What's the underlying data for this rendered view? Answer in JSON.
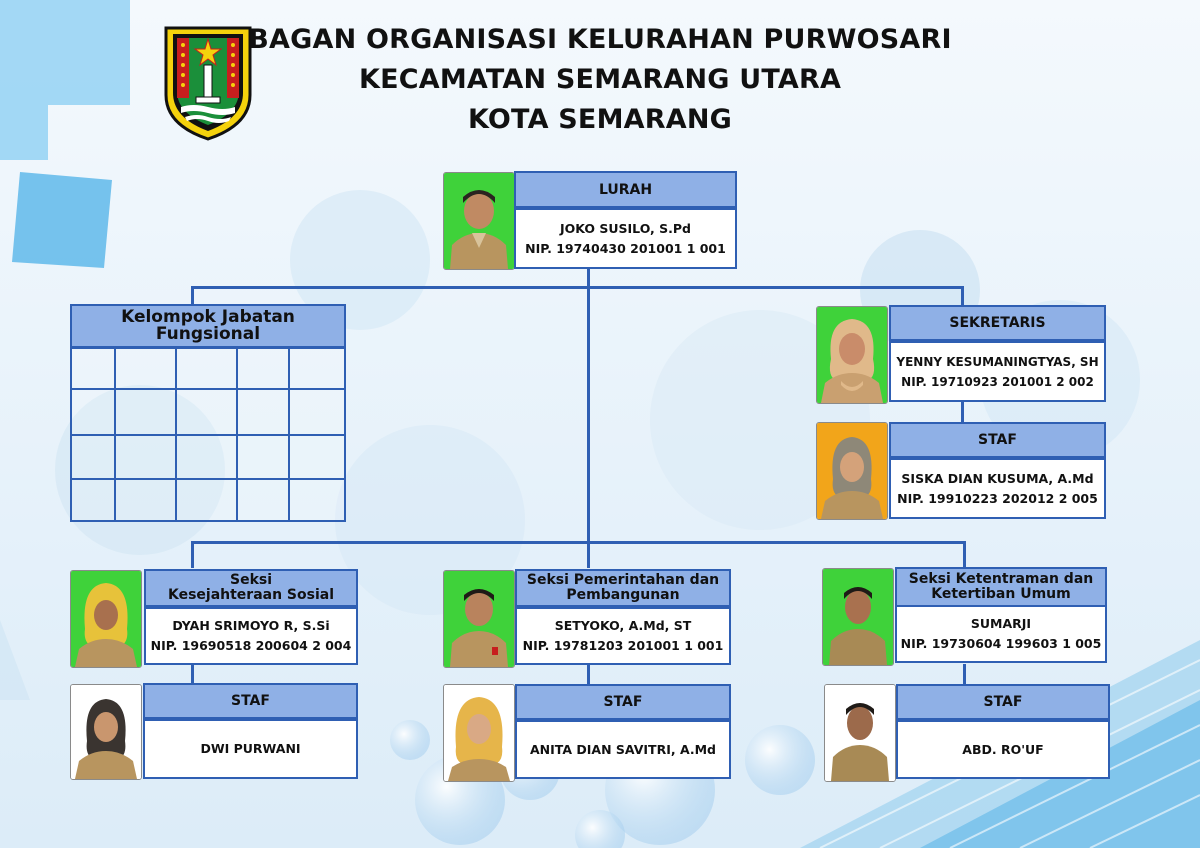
{
  "title": {
    "line1": "BAGAN ORGANISASI KELURAHAN PURWOSARI",
    "line2": "KECAMATAN SEMARANG UTARA",
    "line3": "KOTA SEMARANG"
  },
  "lurah": {
    "position": "LURAH",
    "name": "JOKO SUSILO, S.Pd",
    "nip": "NIP. 19740430 201001 1 001"
  },
  "fungsional": {
    "line1": "Kelompok Jabatan",
    "line2": "Fungsional"
  },
  "sekretaris": {
    "position": "SEKRETARIS",
    "name": "YENNY KESUMANINGTYAS, SH",
    "nip": "NIP. 19710923 201001 2 002"
  },
  "sekretaris_staf": {
    "position": "STAF",
    "name": "SISKA DIAN KUSUMA, A.Md",
    "nip": "NIP. 19910223 202012 2 005"
  },
  "kesos": {
    "line1": "Seksi",
    "line2": "Kesejahteraan Sosial",
    "name": "DYAH SRIMOYO R, S.Si",
    "nip": "NIP. 19690518 200604 2 004"
  },
  "pemerintahan": {
    "line1": "Seksi Pemerintahan dan",
    "line2": "Pembangunan",
    "name": "SETYOKO, A.Md, ST",
    "nip": "NIP. 19781203 201001 1 001"
  },
  "trantib": {
    "line1": "Seksi Ketentraman dan",
    "line2": "Ketertiban Umum",
    "name": "SUMARJI",
    "nip": "NIP. 19730604 199603 1 005"
  },
  "kesos_staf": {
    "position": "STAF",
    "name": "DWI PURWANI"
  },
  "pemerintahan_staf": {
    "position": "STAF",
    "name": "ANITA DIAN SAVITRI, A.Md"
  },
  "trantib_staf": {
    "position": "STAF",
    "name": "ABD. RO'UF"
  },
  "colors": {
    "header_fill": "#8fb0e6",
    "border": "#2f5fb3",
    "photo_green": "#3fd23a",
    "photo_orange": "#f2a51a"
  }
}
